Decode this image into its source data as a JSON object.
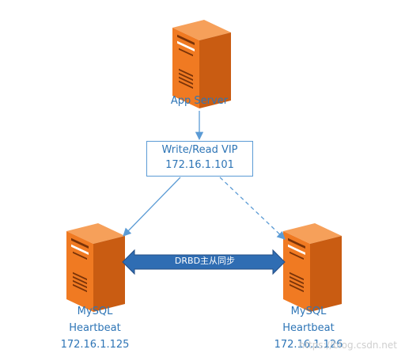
{
  "nodes": {
    "app_server": {
      "label": "App Server"
    },
    "vip": {
      "title": "Write/Read VIP",
      "ip": "172.16.1.101"
    },
    "mysql_left": {
      "lines": [
        "MySQL",
        "Heartbeat",
        "172.16.1.125"
      ]
    },
    "mysql_right": {
      "lines": [
        "MySQL",
        "Heartbeat",
        "172.16.1.126"
      ]
    }
  },
  "edges": {
    "app_to_vip": {
      "style": "solid"
    },
    "vip_to_left": {
      "style": "solid"
    },
    "vip_to_right": {
      "style": "dashed"
    },
    "sync": {
      "label": "DRBD主从同步",
      "direction": "bidirectional"
    }
  },
  "watermark": "https://blog.csdn.net",
  "colors": {
    "server_orange": "#f07a22",
    "server_dark": "#b8500e",
    "label_blue": "#2e75b6",
    "line_blue": "#5b9bd5",
    "arrow_fill": "#2f6db3"
  }
}
